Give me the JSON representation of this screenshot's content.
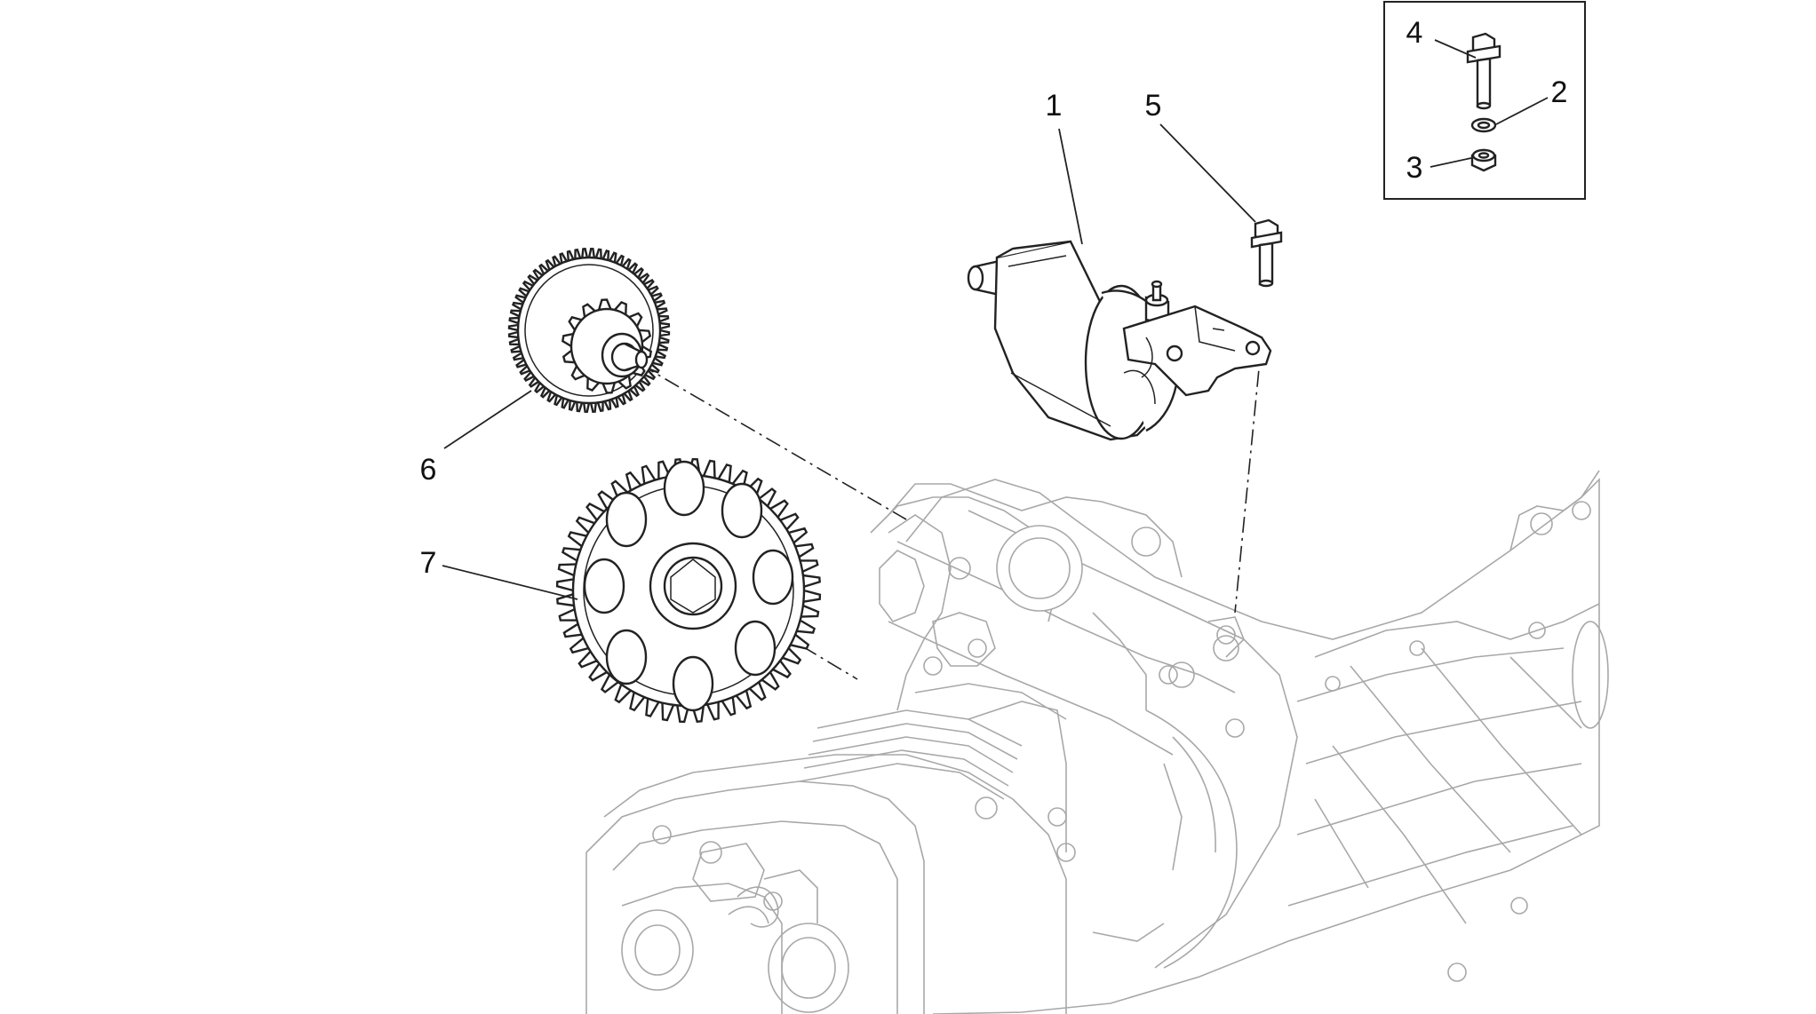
{
  "colors": {
    "line": "#222222",
    "ghost": "#a8a8a8",
    "background": "#ffffff"
  },
  "callouts": [
    {
      "id": "1",
      "label": "1"
    },
    {
      "id": "2",
      "label": "2"
    },
    {
      "id": "3",
      "label": "3"
    },
    {
      "id": "4",
      "label": "4"
    },
    {
      "id": "5",
      "label": "5"
    },
    {
      "id": "6",
      "label": "6"
    },
    {
      "id": "7",
      "label": "7"
    }
  ]
}
